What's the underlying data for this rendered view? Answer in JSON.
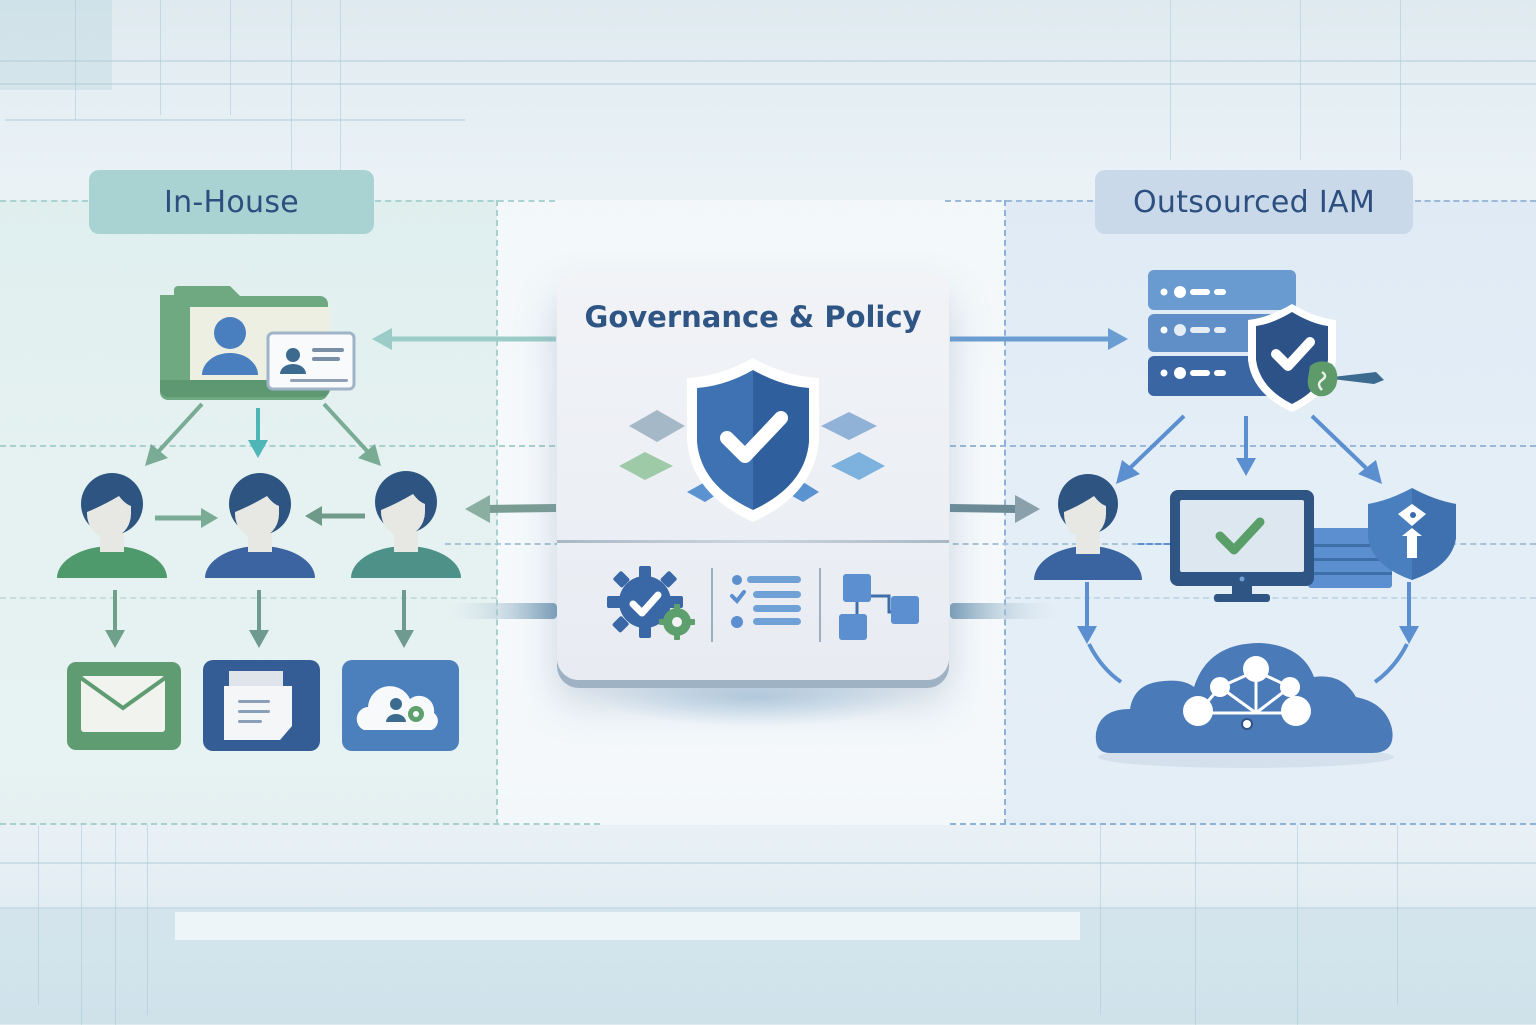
{
  "diagram": {
    "left_section": {
      "label": "In-House",
      "color": "#a8d3d2",
      "text_color": "#2c4f7f",
      "nodes": {
        "directory": "user-directory-folder",
        "users": [
          "user-green",
          "user-blue",
          "user-teal"
        ],
        "apps": [
          "email-app",
          "document-app",
          "cloud-app"
        ]
      }
    },
    "center_section": {
      "title": "Governance & Policy",
      "title_color": "#2f5585",
      "main_icon": "shield-check",
      "bottom_icons": [
        "gear-check",
        "checklist",
        "workflow-blocks"
      ]
    },
    "right_section": {
      "label": "Outsourced IAM",
      "color": "#c9d9ea",
      "text_color": "#2c4f7f",
      "nodes": {
        "provider": "server-stack-with-shield-and-key",
        "user": "user-blue",
        "monitor": "monitor-check",
        "secure_access": "shield-keyhole",
        "cloud": "cloud-network"
      }
    },
    "colors": {
      "navy": "#2f5585",
      "blue": "#4a7fbf",
      "light_blue": "#6fa6d8",
      "green": "#5a9a6e",
      "teal": "#4e9188",
      "arrow_green": "#7aab95",
      "arrow_blue": "#5b8fcf"
    }
  }
}
